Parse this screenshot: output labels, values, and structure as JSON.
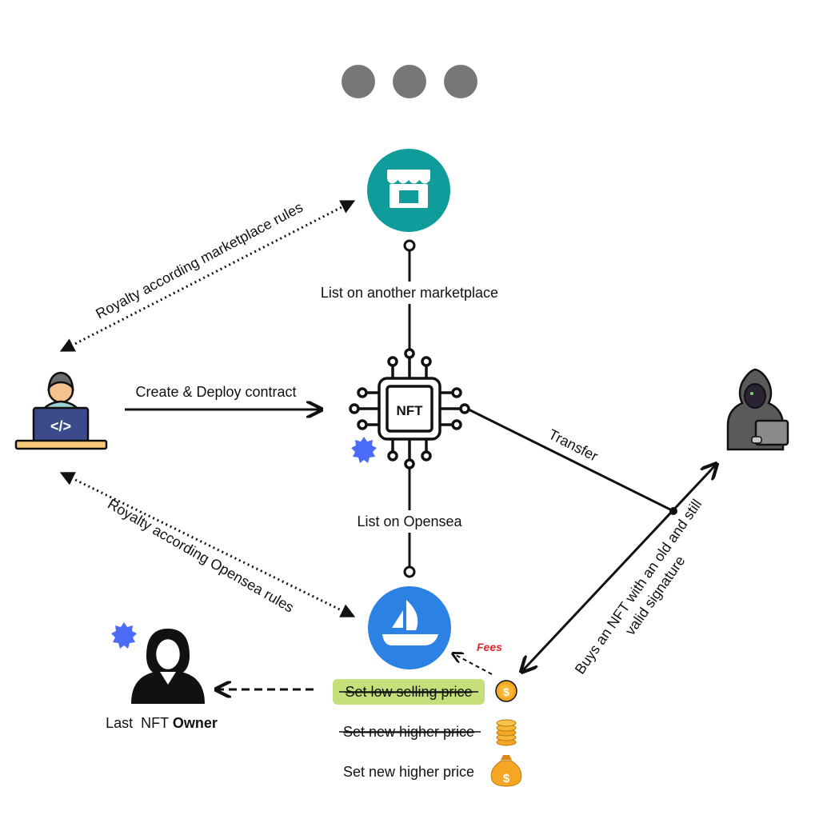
{
  "window": {
    "dot_color": "#777777"
  },
  "nodes": {
    "marketplace": {
      "icon": "store-icon",
      "color": "#0f9c9a"
    },
    "nft": {
      "icon": "nft-chip-icon",
      "label": "NFT"
    },
    "opensea": {
      "icon": "opensea-ship-icon",
      "color": "#2c82e4"
    },
    "creator": {
      "icon": "developer-laptop-icon"
    },
    "attacker": {
      "icon": "hooded-hacker-icon"
    },
    "last_owner": {
      "icon": "person-icon",
      "label_prefix": "Last  NFT ",
      "label_bold": "Owner"
    }
  },
  "edges": {
    "royalty_marketplace": "Royalty according marketplace rules",
    "list_another": "List on another marketplace",
    "create_deploy": "Create & Deploy contract",
    "transfer": "Transfer",
    "royalty_opensea": "Royalty according Opensea rules",
    "list_opensea": "List on Opensea",
    "buys": "Buys an NFT with an old and still",
    "buys_line2": "valid signature",
    "fees": "Fees"
  },
  "price_steps": [
    {
      "label": "Set low selling price",
      "struck": true,
      "highlight": "#c5e07a",
      "icon": "coin-icon"
    },
    {
      "label": "Set new higher price",
      "struck": true,
      "icon": "coin-stack-icon"
    },
    {
      "label": "Set new higher price",
      "struck": false,
      "icon": "money-bag-icon"
    }
  ],
  "badge_color": "#4a6cf7"
}
